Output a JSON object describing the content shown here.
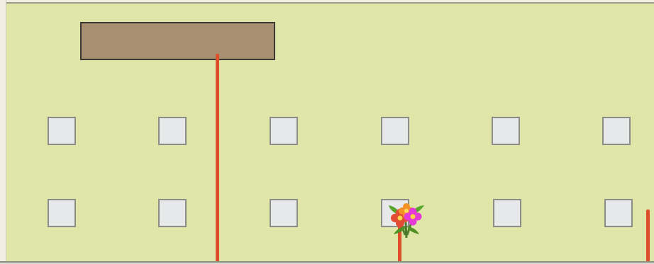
{
  "scene": {
    "field_color": "#dfe6a8",
    "table_color": "#a88f72",
    "tile_color": "#e6e8ea",
    "wire_color": "#dd4f28",
    "objects": {
      "table": "brown-table",
      "tiles_row1_count": 6,
      "tiles_row2_count": 6,
      "wires_count": 3,
      "item": "flower-bouquet-icon"
    }
  }
}
